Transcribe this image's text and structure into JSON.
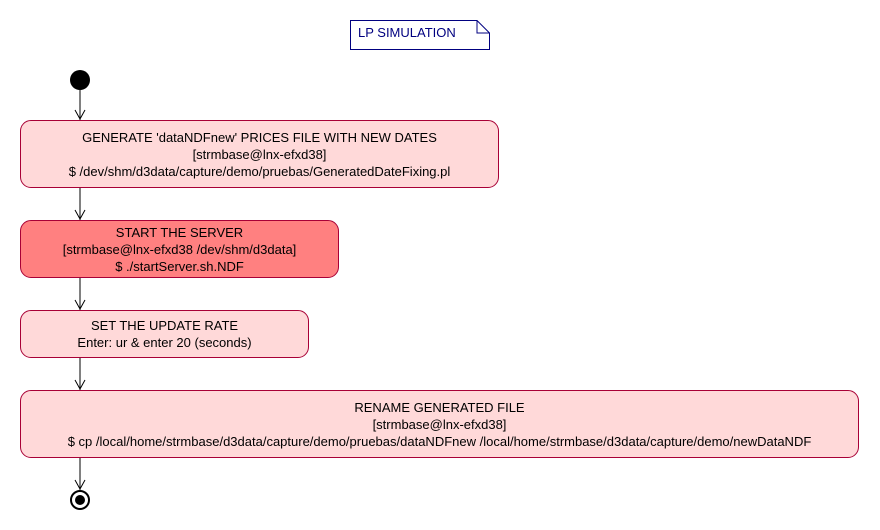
{
  "note": {
    "text": "LP SIMULATION"
  },
  "activities": [
    {
      "lines": [
        "GENERATE 'dataNDFnew' PRICES FILE WITH NEW DATES",
        "[strmbase@lnx-efxd38]",
        "$ /dev/shm/d3data/capture/demo/pruebas/GeneratedDateFixing.pl"
      ]
    },
    {
      "lines": [
        "START THE SERVER",
        "[strmbase@lnx-efxd38 /dev/shm/d3data]",
        "$ ./startServer.sh.NDF"
      ]
    },
    {
      "lines": [
        "SET THE UPDATE RATE",
        "Enter: ur & enter 20 (seconds)"
      ]
    },
    {
      "lines": [
        "RENAME GENERATED FILE",
        "[strmbase@lnx-efxd38]",
        "$ cp /local/home/strmbase/d3data/capture/demo/pruebas/dataNDFnew /local/home/strmbase/d3data/capture/demo/newDataNDF"
      ]
    }
  ],
  "colors": {
    "activity_fill": "#ffd9d9",
    "highlight_fill": "#ff8080",
    "border": "#a80036",
    "note_text": "#000080",
    "note_border": "#000080"
  }
}
